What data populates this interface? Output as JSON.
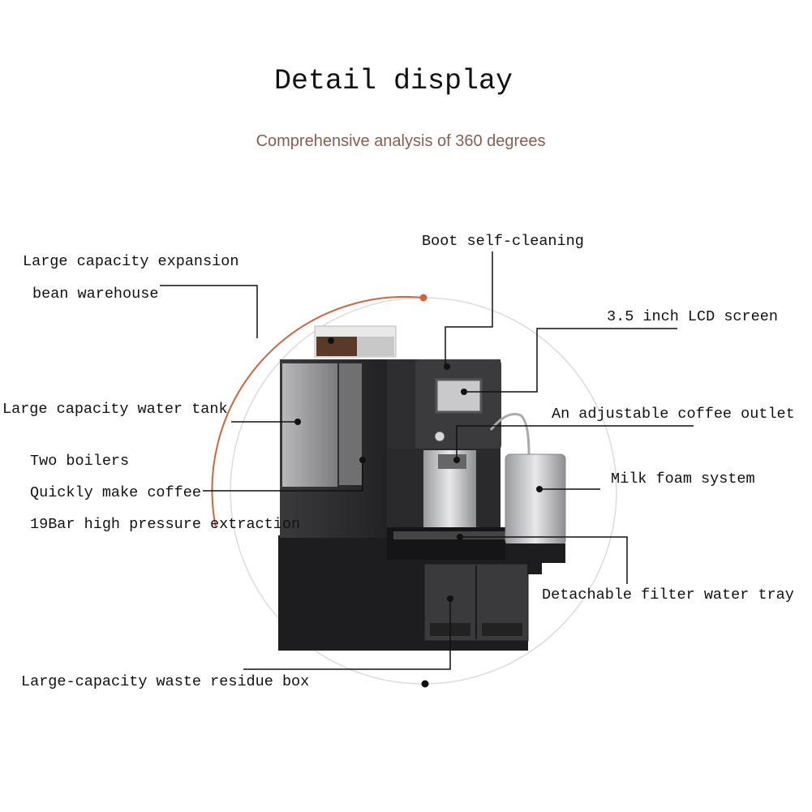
{
  "header": {
    "title": "Detail display",
    "subtitle": "Comprehensive analysis of 360 degrees"
  },
  "labels": {
    "boot_self_cleaning": "Boot self-cleaning",
    "bean_line1": "Large capacity expansion",
    "bean_line2": "bean warehouse",
    "lcd_screen": "3.5 inch LCD screen",
    "water_tank": "Large capacity water tank",
    "coffee_outlet": "An adjustable coffee outlet",
    "two_boilers": "Two boilers",
    "quickly_make": "Quickly make coffee",
    "pressure": "19Bar high pressure extraction",
    "milk_foam": "Milk foam system",
    "filter_tray": "Detachable filter water tray",
    "waste_box": "Large-capacity waste residue box"
  },
  "colors": {
    "accent_arc": "#d0643c",
    "subtitle": "#8a5d52",
    "machine_body": "#2a2a2c"
  }
}
